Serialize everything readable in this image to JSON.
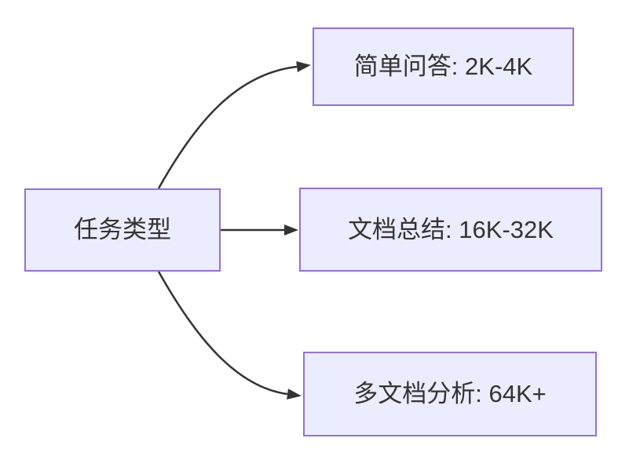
{
  "diagram": {
    "type": "flowchart-LR",
    "nodes": [
      {
        "id": "root",
        "label": "任务类型"
      },
      {
        "id": "qa",
        "label": "简单问答: 2K-4K"
      },
      {
        "id": "summary",
        "label": "文档总结: 16K-32K"
      },
      {
        "id": "multidoc",
        "label": "多文档分析: 64K+"
      }
    ],
    "edges": [
      {
        "from": "root",
        "to": "qa"
      },
      {
        "from": "root",
        "to": "summary"
      },
      {
        "from": "root",
        "to": "multidoc"
      }
    ],
    "colors": {
      "node_fill": "#ECECFF",
      "node_border": "#9370DB",
      "edge": "#333333",
      "text": "#333333",
      "background": "#FFFFFF"
    }
  }
}
